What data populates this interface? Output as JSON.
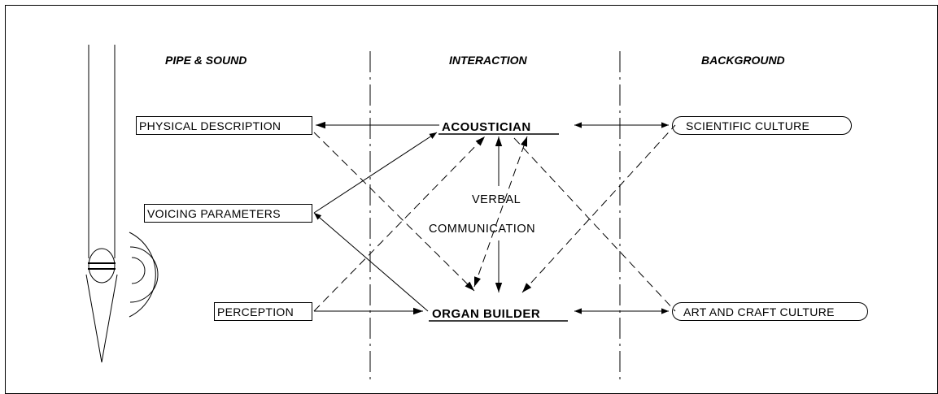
{
  "headers": {
    "pipe_sound": "PIPE & SOUND",
    "interaction": "INTERACTION",
    "background": "BACKGROUND"
  },
  "left_boxes": {
    "physical_description": "PHYSICAL DESCRIPTION",
    "voicing_parameters": "VOICING PARAMETERS",
    "perception": "PERCEPTION"
  },
  "roles": {
    "acoustician": "ACOUSTICIAN",
    "organ_builder": "ORGAN BUILDER"
  },
  "center": {
    "line1": "VERBAL",
    "line2": "COMMUNICATION"
  },
  "right_boxes": {
    "scientific_culture": "SCIENTIFIC CULTURE",
    "art_craft_culture": "ART AND CRAFT CULTURE"
  }
}
